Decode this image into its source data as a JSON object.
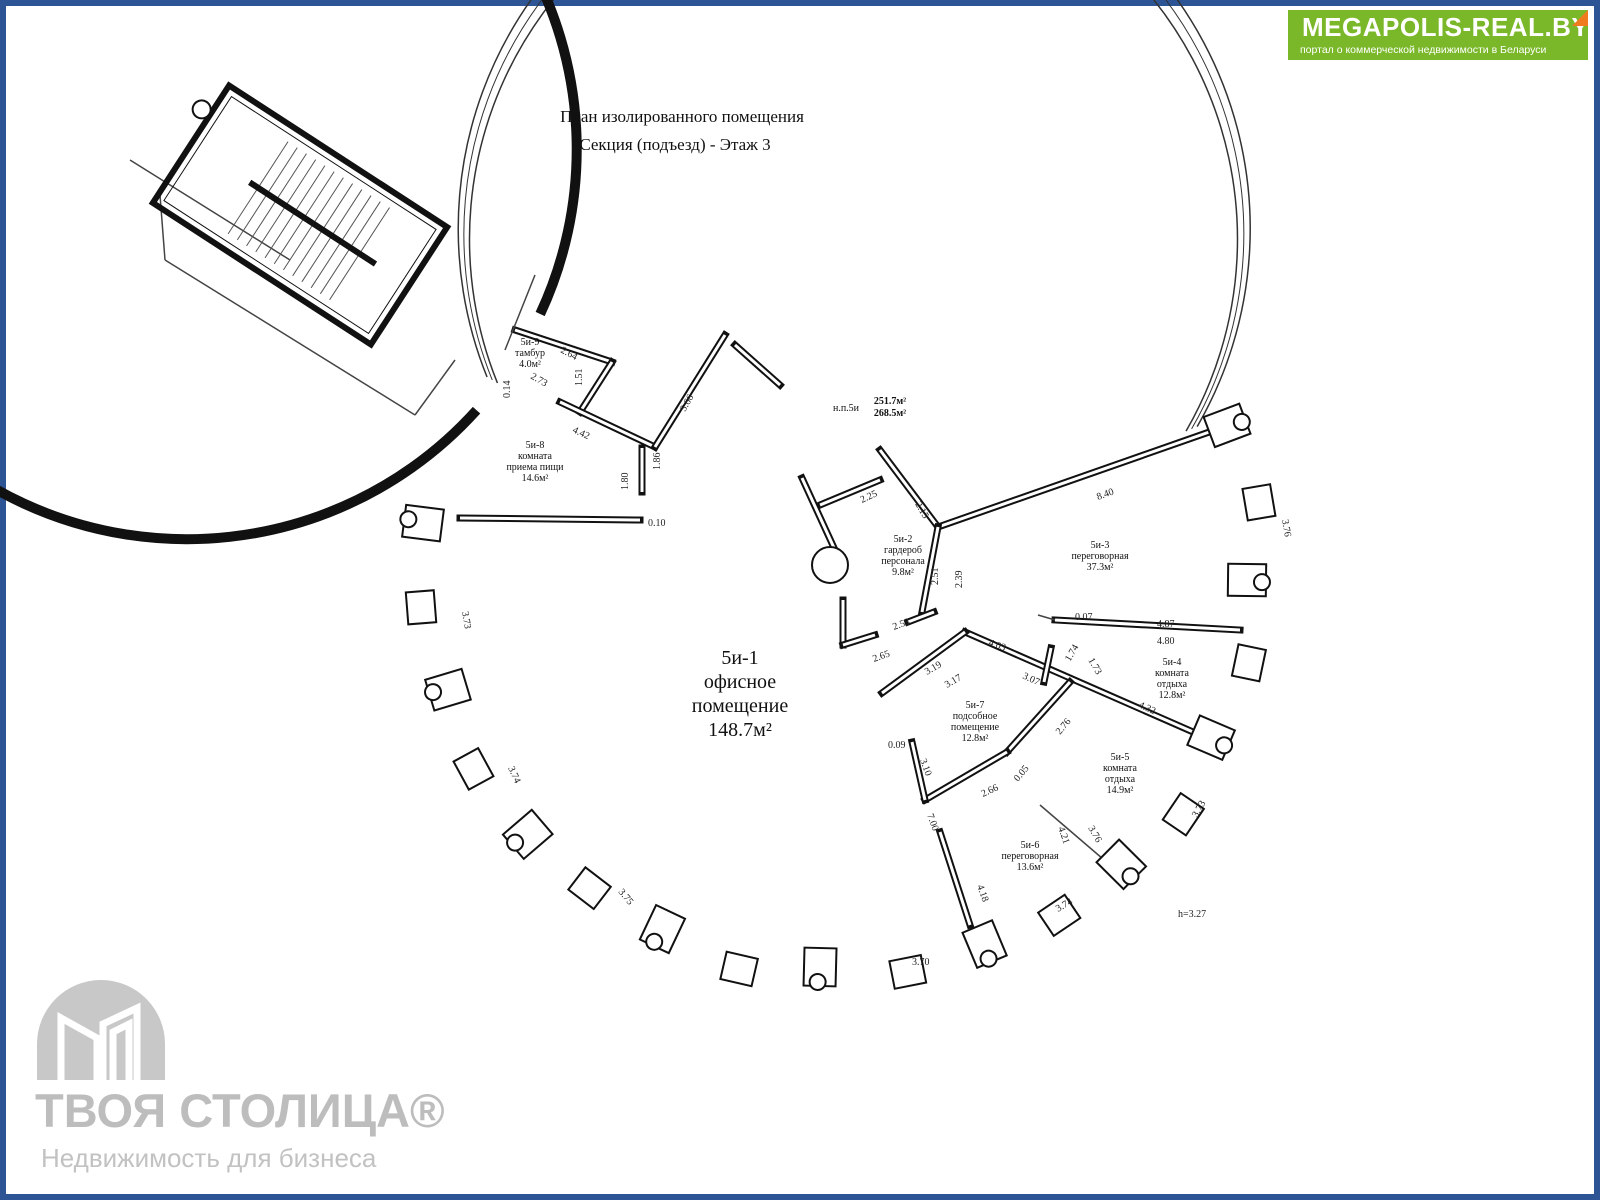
{
  "plan": {
    "title_line1": "План изолированного помещения",
    "title_line2": "Секция (подъезд) -     Этаж 3",
    "total_label": "н.п.5и",
    "total_area1": "251.7м²",
    "total_area2": "268.5м²",
    "height_label": "h=3.27"
  },
  "rooms": [
    {
      "code": "5и-1",
      "name1": "офисное",
      "name2": "помещение",
      "area": "148.7м²"
    },
    {
      "code": "5и-2",
      "name1": "гардероб",
      "name2": "персонала",
      "area": "9.8м²"
    },
    {
      "code": "5и-3",
      "name1": "переговорная",
      "name2": "",
      "area": "37.3м²"
    },
    {
      "code": "5и-4",
      "name1": "комната",
      "name2": "отдыха",
      "area": "12.8м²"
    },
    {
      "code": "5и-5",
      "name1": "комната",
      "name2": "отдыха",
      "area": "14.9м²"
    },
    {
      "code": "5и-6",
      "name1": "переговорная",
      "name2": "",
      "area": "13.6м²"
    },
    {
      "code": "5и-7",
      "name1": "подсобное",
      "name2": "помещение",
      "area": "12.8м²"
    },
    {
      "code": "5и-8",
      "name1": "комната",
      "name2": "приема пищи",
      "area": "14.6м²"
    },
    {
      "code": "5и-9",
      "name1": "тамбур",
      "name2": "",
      "area": "4.0м²"
    }
  ],
  "dimensions": [
    "2.64",
    "2.73",
    "0.14",
    "1.51",
    "4.42",
    "3.66",
    "1.86",
    "1.80",
    "0.10",
    "8.40",
    "2.25",
    "2.15",
    "2.51",
    "2.39",
    "2.53",
    "2.65",
    "0.07",
    "4.87",
    "4.80",
    "4.03",
    "1.74",
    "1.73",
    "3.19",
    "3.17",
    "3.07",
    "4.32",
    "2.76",
    "0.09",
    "3.10",
    "0.05",
    "2.66",
    "7.00",
    "4.21",
    "3.76",
    "4.18",
    "3.73",
    "3.74",
    "3.70",
    "3.75",
    "3.74",
    "3.73",
    "3.76"
  ],
  "branding": {
    "site_name": "MEGAPOLIS-REAL.BY",
    "site_tagline": "портал о коммерческой недвижимости в Беларуси",
    "watermark_name": "ТВОЯ СТОЛИЦА®",
    "watermark_tagline": "Недвижимость для бизнеса"
  },
  "colors": {
    "frame": "#2d5596",
    "brand_green": "#7ab829",
    "brand_orange": "#f07b1e",
    "watermark": "#c4c4c4"
  }
}
